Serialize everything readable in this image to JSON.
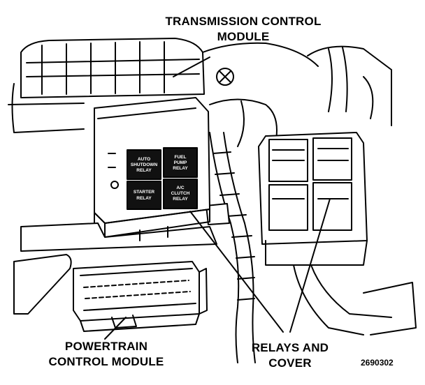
{
  "callouts": {
    "tcm": {
      "line1": "TRANSMISSION CONTROL",
      "line2": "MODULE"
    },
    "pcm": {
      "line1": "POWERTRAIN",
      "line2": "CONTROL MODULE"
    },
    "relays": {
      "line1": "RELAYS AND",
      "line2": "COVER"
    }
  },
  "figure_id": "2690302",
  "relay_labels": {
    "top_left_1": "AUTO",
    "top_left_2": "SHUTDOWN",
    "top_left_3": "RELAY",
    "top_right_1": "FUEL",
    "top_right_2": "PUMP",
    "top_right_3": "RELAY",
    "bottom_left_1": "STARTER",
    "bottom_left_2": "RELAY",
    "bottom_right_1": "A/C",
    "bottom_right_2": "CLUTCH",
    "bottom_right_3": "RELAY"
  },
  "colors": {
    "ink": "#000000",
    "paper": "#ffffff",
    "relay_fill": "#111111"
  }
}
